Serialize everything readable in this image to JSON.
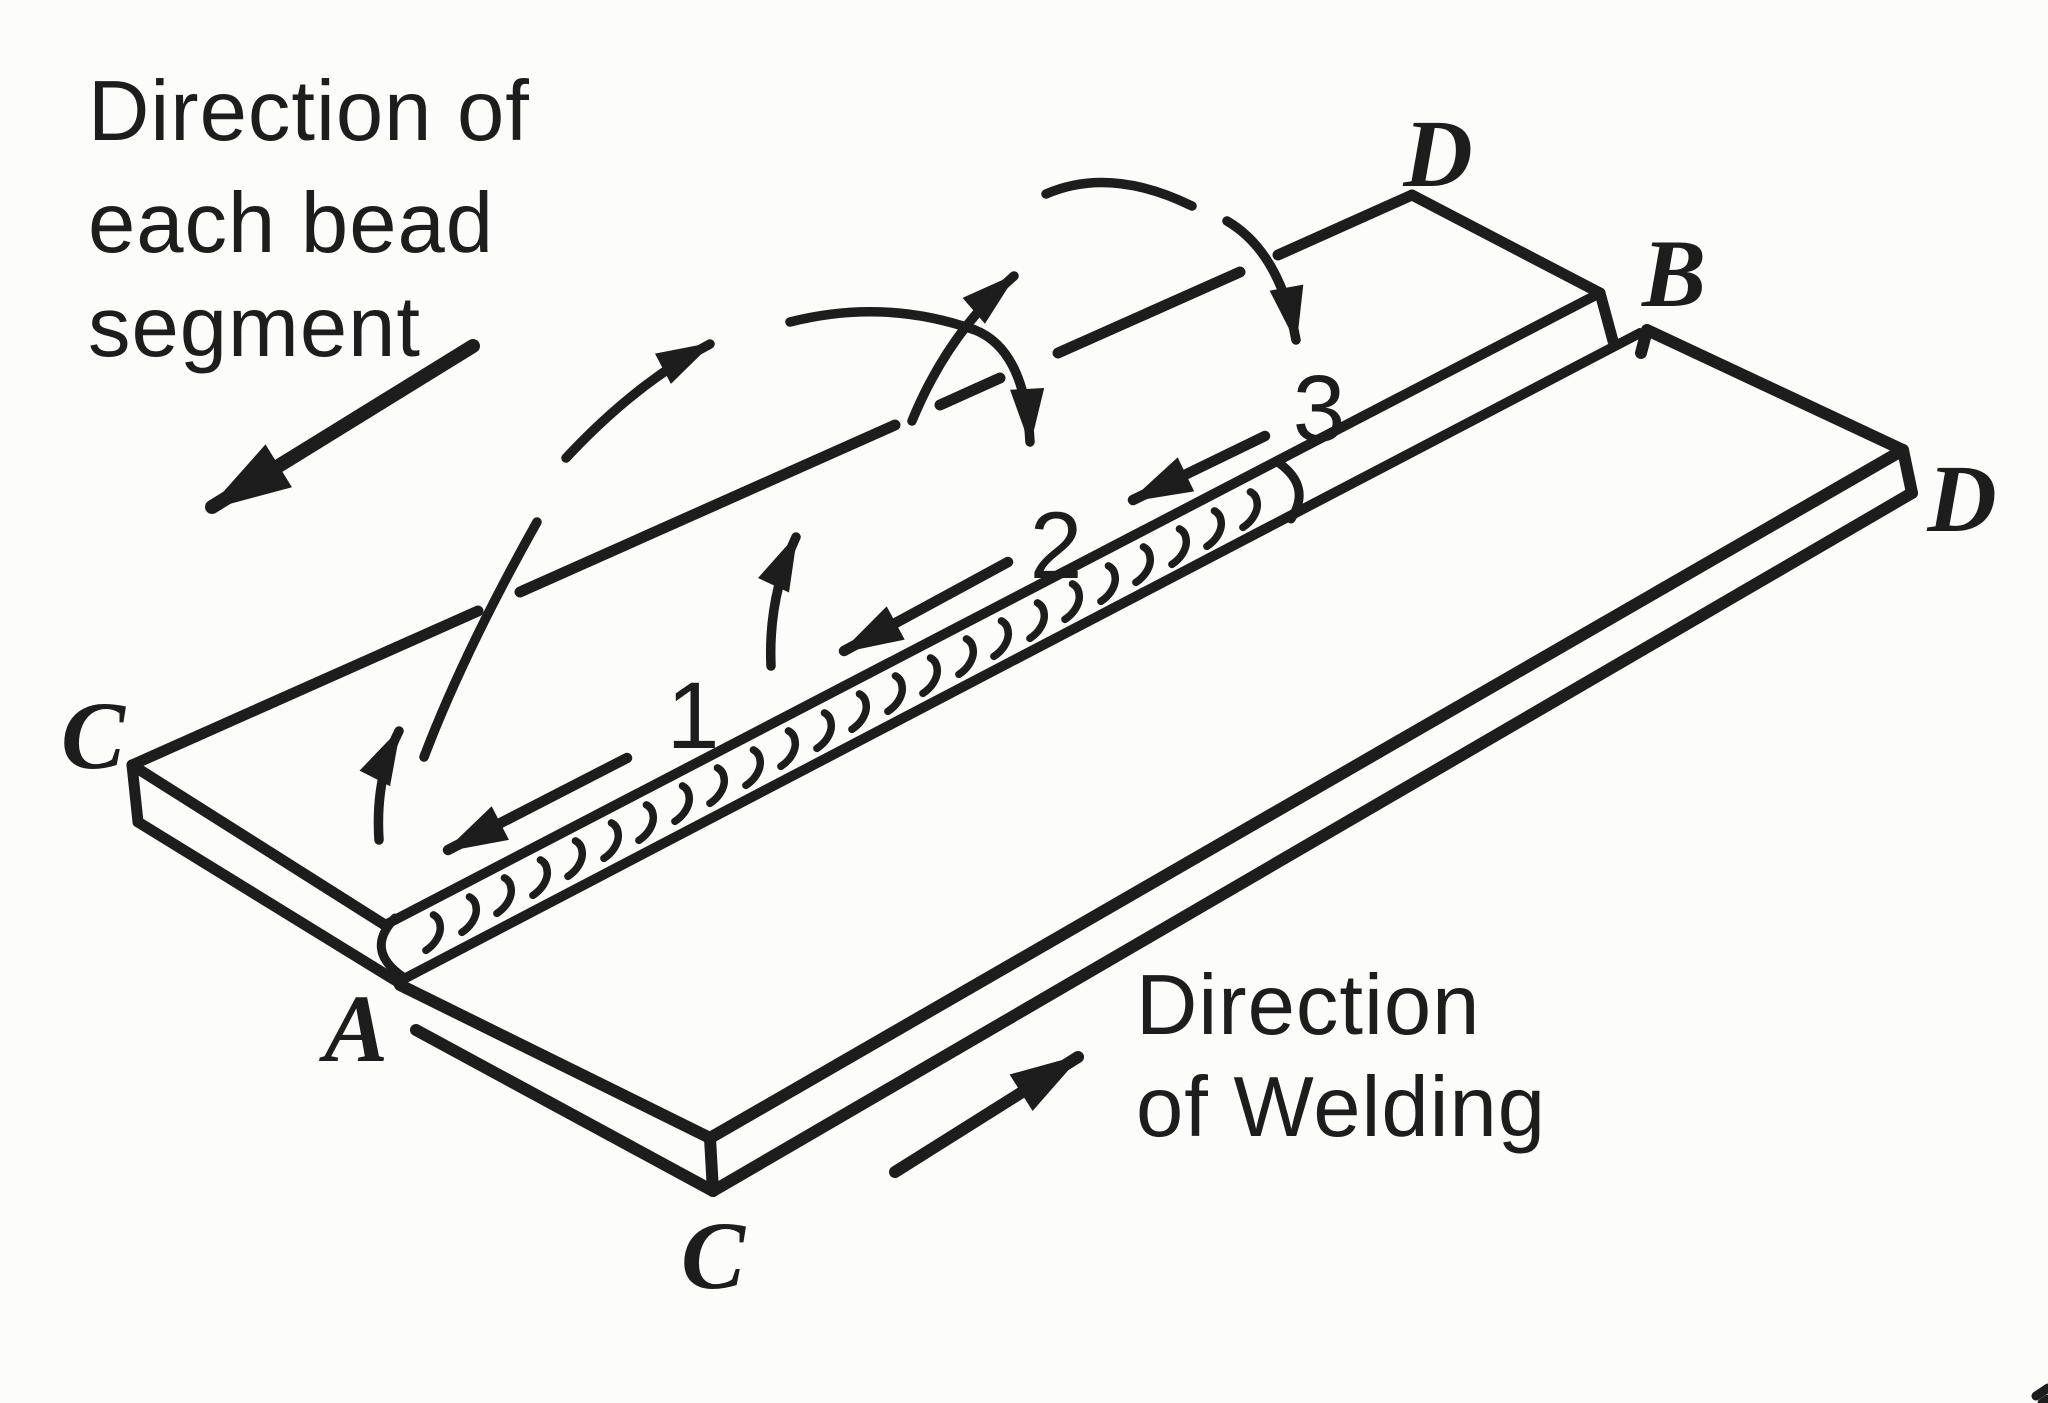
{
  "page": {
    "paper": "#fcfcfa",
    "ink": "#1d1d1d"
  },
  "diagram": {
    "type": "isometric-line-illustration",
    "subject": "Backstep welding bead sequence along the joint of two plates",
    "bead_label": {
      "line1": "Direction of",
      "line2": "each bead",
      "line3": "segment"
    },
    "weld_label": {
      "line1": "Direction",
      "line2": "of Welding"
    },
    "corners": {
      "far_plate_left": "C",
      "far_plate_right": "D",
      "joint_start": "A",
      "near_plate_top": "B",
      "near_plate_right": "D",
      "near_plate_bottom": "C"
    },
    "segments": {
      "s1": "1",
      "s2": "2",
      "s3": "3"
    }
  }
}
